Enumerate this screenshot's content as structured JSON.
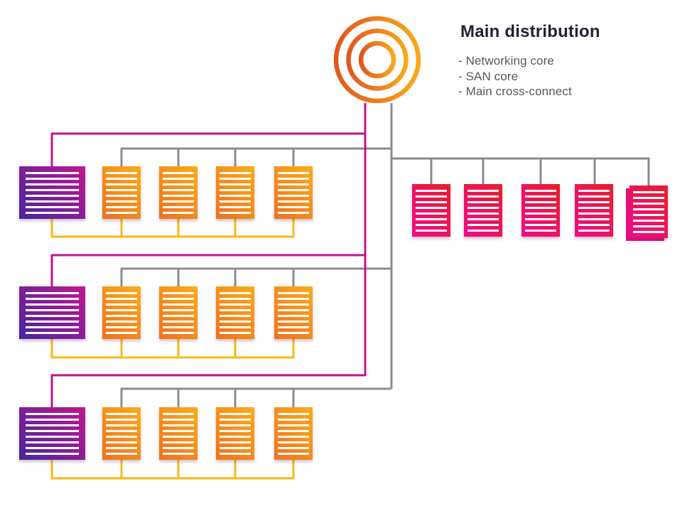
{
  "title": "Main distribution",
  "bullets": [
    "- Networking core",
    "- SAN core",
    "- Main cross-connect"
  ],
  "hub": {
    "icon": "concentric-circles-icon",
    "ring_count": 3
  },
  "topology": {
    "left_rows": 3,
    "left_row_cabinets": {
      "purple": 1,
      "orange": 4
    },
    "right_row_red_cabinets": 5,
    "right_row_last_cabinet_stacked": true
  },
  "colors": {
    "title_text": "#232135",
    "bullet_text": "#58595b",
    "magenta_link": "#c21390",
    "gray_link": "#8a8b8e",
    "yellow_link": "#fcb614",
    "purple_cabinet_gradient": [
      "#46269d",
      "#c01790"
    ],
    "orange_cabinet_gradient": [
      "#f07120",
      "#fcab17"
    ],
    "red_cabinet_gradient": [
      "#f00a8c",
      "#e81e2a"
    ],
    "hub_ring_gradient": [
      "#e0571f",
      "#f9a81b"
    ],
    "cabinet_stripes": "#ffffff",
    "background": "#ffffff"
  }
}
